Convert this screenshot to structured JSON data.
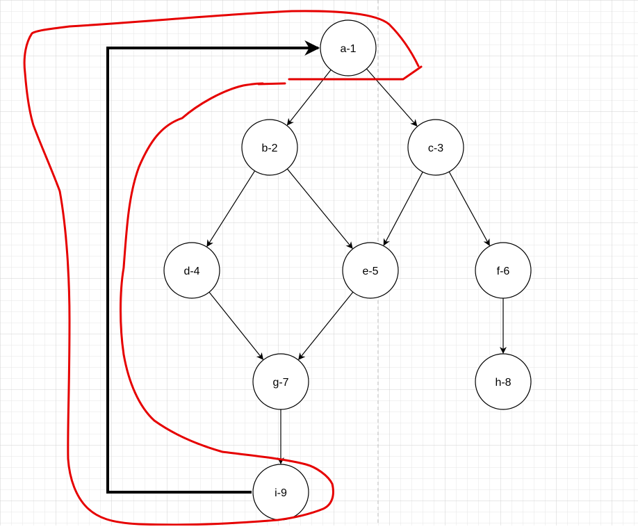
{
  "diagram": {
    "nodes": [
      {
        "id": "a",
        "label": "a-1"
      },
      {
        "id": "b",
        "label": "b-2"
      },
      {
        "id": "c",
        "label": "c-3"
      },
      {
        "id": "d",
        "label": "d-4"
      },
      {
        "id": "e",
        "label": "e-5"
      },
      {
        "id": "f",
        "label": "f-6"
      },
      {
        "id": "g",
        "label": "g-7"
      },
      {
        "id": "h",
        "label": "h-8"
      },
      {
        "id": "i",
        "label": "i-9"
      }
    ],
    "edges": [
      {
        "from": "a",
        "to": "b"
      },
      {
        "from": "a",
        "to": "c"
      },
      {
        "from": "b",
        "to": "d"
      },
      {
        "from": "b",
        "to": "e"
      },
      {
        "from": "c",
        "to": "e"
      },
      {
        "from": "c",
        "to": "f"
      },
      {
        "from": "d",
        "to": "g"
      },
      {
        "from": "e",
        "to": "g"
      },
      {
        "from": "f",
        "to": "h"
      },
      {
        "from": "g",
        "to": "i"
      }
    ],
    "back_edge": {
      "from": "i",
      "to": "a"
    },
    "colors": {
      "grid_minor": "#e6e6e6",
      "grid_major": "#d0d0d0",
      "divider": "#b8b8b8",
      "node_stroke": "#000000",
      "node_fill": "#ffffff",
      "edge": "#000000",
      "annotation": "#e60000"
    }
  }
}
